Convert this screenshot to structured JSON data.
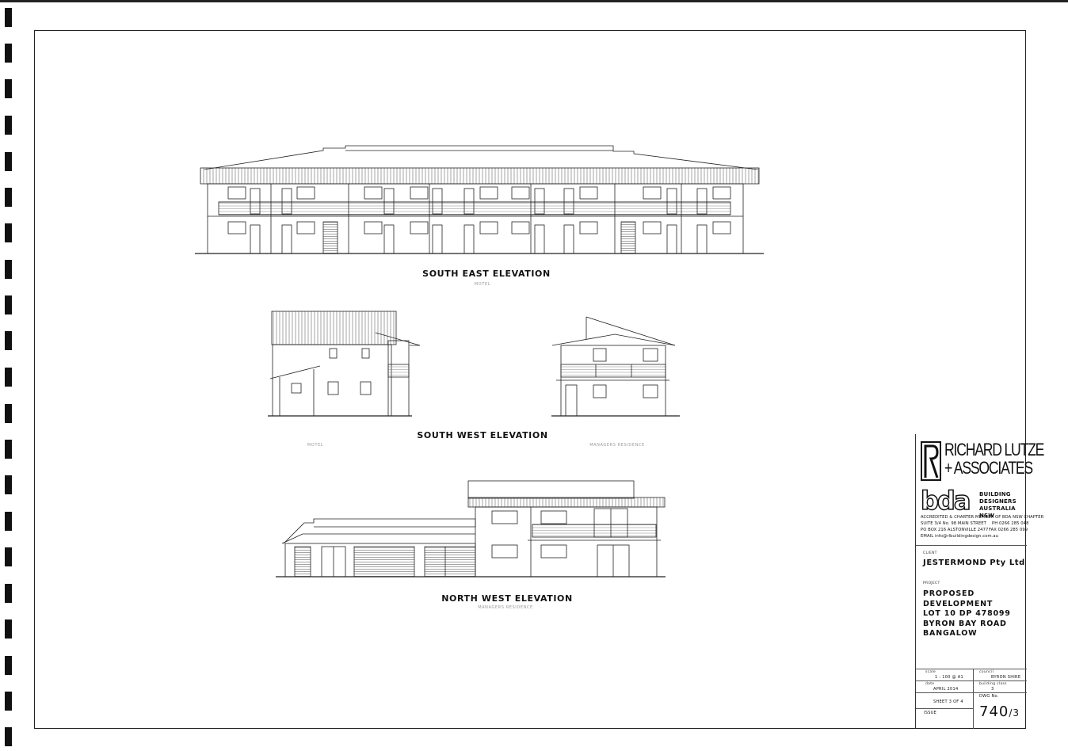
{
  "elevations": {
    "south_east": {
      "title": "SOUTH EAST ELEVATION",
      "note": "MOTEL"
    },
    "south_west": {
      "title": "SOUTH WEST ELEVATION",
      "note_left": "MOTEL",
      "note_right": "MANAGERS RESIDENCE"
    },
    "north_west": {
      "title": "NORTH WEST ELEVATION",
      "note": "MANAGERS RESIDENCE"
    }
  },
  "title_block": {
    "firm_line1": "RICHARD LUTZE",
    "firm_line2": "+ ASSOCIATES",
    "assoc_mark": "bda",
    "assoc_name_1": "BUILDING",
    "assoc_name_2": "DESIGNERS",
    "assoc_name_3": "AUSTRALIA NSW",
    "accreditation": "ACCREDITED & CHARTER MEMBER OF BDA NSW CHAPTER",
    "address_1": "SUITE 3/4 No. 98 MAIN STREET",
    "phone": "PH 0266 285 048",
    "address_2": "PO BOX 216 ALSTONVILLE 2477",
    "fax": "FAX 0266 285 099",
    "email": "EMAIL  info@rlbuildingdesign.com.au",
    "client_label": "CLIENT",
    "client": "JESTERMOND Pty Ltd",
    "project_label": "PROJECT",
    "project_lines": [
      "PROPOSED DEVELOPMENT",
      "LOT 10  DP 478099",
      "BYRON BAY ROAD",
      "BANGALOW"
    ],
    "scale_label": "scale",
    "scale": "1 : 100 @ A1",
    "council_label": "council",
    "council": "BYRON SHIRE",
    "date_label": "date",
    "date": "APRIL 2014",
    "building_class_label": "building class",
    "building_class": "3",
    "sheet": "SHEET 3 OF 4",
    "dwg_label": "DWG No.",
    "issue_label": "ISSUE",
    "dwg_no": "740",
    "dwg_rev": "/3"
  }
}
